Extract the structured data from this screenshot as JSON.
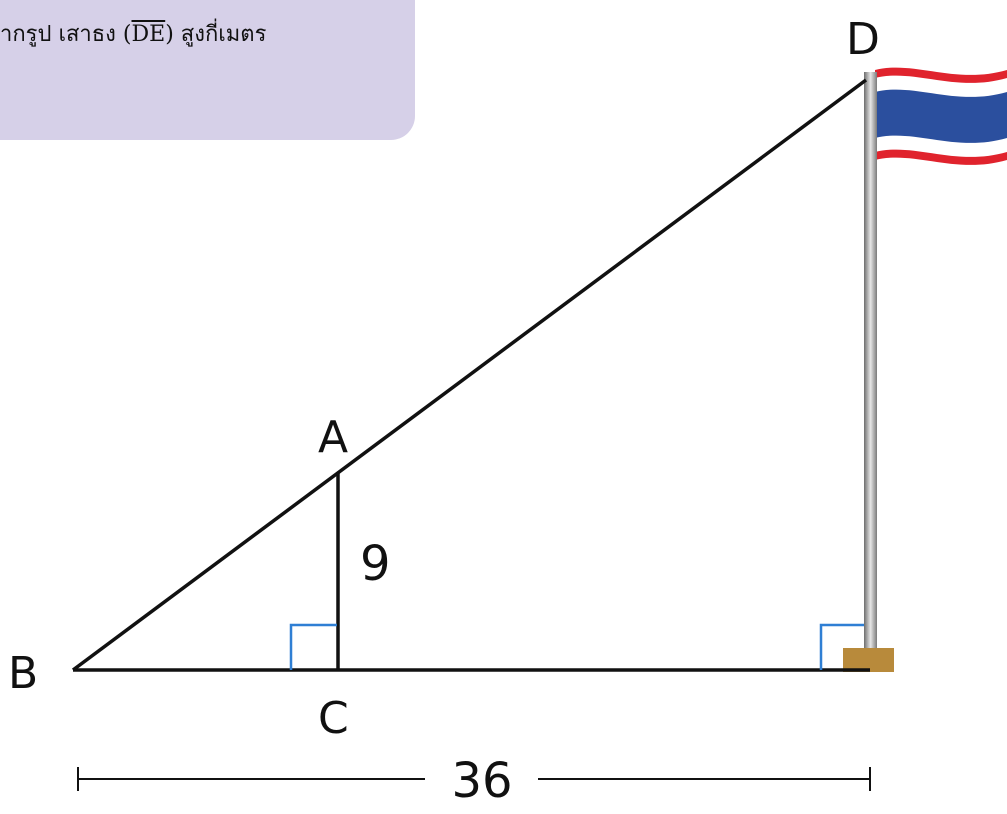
{
  "question": {
    "prefix": "ากรูป  เสาธง (",
    "segment": "DE",
    "suffix": ")  สูงกี่เมตร"
  },
  "labels": {
    "A": "A",
    "B": "B",
    "C": "C",
    "D": "D"
  },
  "measures": {
    "ac": "9",
    "bottom": "36"
  },
  "colors": {
    "box": "#d6d0e8",
    "line": "#111111",
    "right_angle": "#2f7fd4",
    "pole_base": "#b88a3b",
    "flag_red": "#e0232d",
    "flag_blue": "#2b4f9e"
  }
}
